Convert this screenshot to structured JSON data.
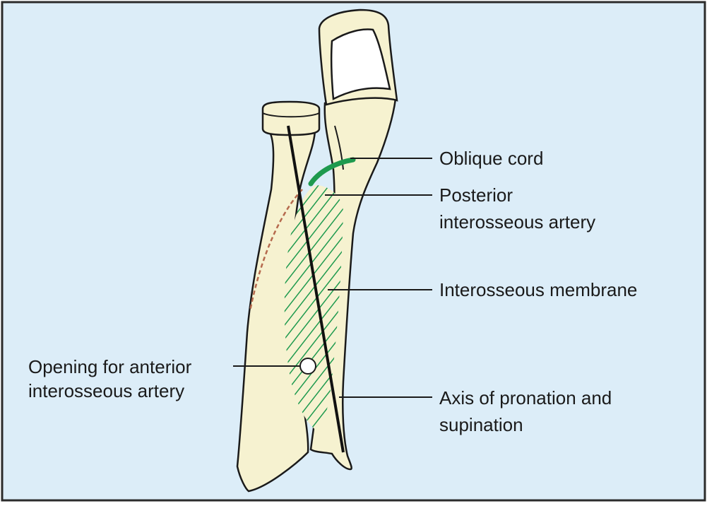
{
  "colors": {
    "background": "#dcedf8",
    "border": "#2b2b2b",
    "bone_fill": "#f6f2d0",
    "outline": "#1a1a1a",
    "oblique_cord": "#1e9a4e",
    "membrane_hatch": "#1e9a4e",
    "artery_dashes": "#b5694d"
  },
  "labels": {
    "oblique_cord": [
      "Oblique cord"
    ],
    "posterior_artery": [
      "Posterior",
      "interosseous artery"
    ],
    "membrane": [
      "Interosseous membrane"
    ],
    "anterior_opening": [
      "Opening for anterior",
      "interosseous artery"
    ],
    "axis": [
      "Axis of pronation and",
      "supination"
    ]
  }
}
